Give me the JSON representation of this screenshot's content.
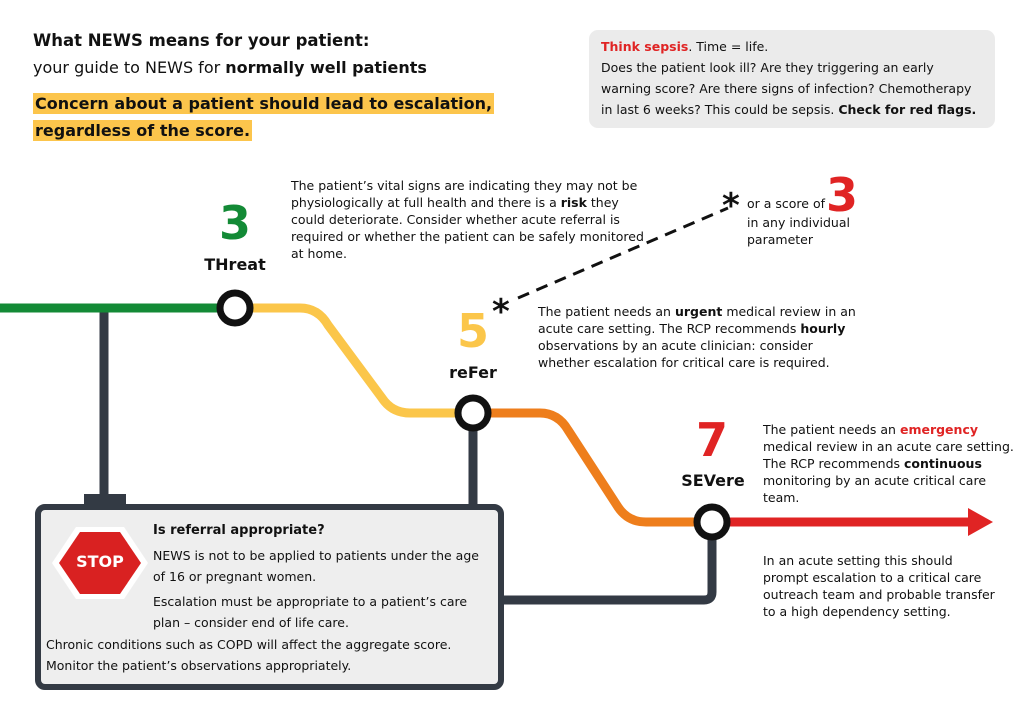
{
  "header": {
    "title": "What NEWS means for your patient:",
    "subtitle_plain": "your guide to NEWS for ",
    "subtitle_bold": "normally well patients",
    "highlight_line1": "Concern about a patient should lead to escalation,",
    "highlight_line2": "regardless of the score."
  },
  "sepsis": {
    "title": "Think sepsis",
    "title_rest": ". Time = life.",
    "body": "Does the patient look ill? Are they triggering an early warning score? Are there signs of infection? Chemotherapy in last 6 weeks? This could be sepsis. ",
    "body_bold": "Check for red flags."
  },
  "stations": [
    {
      "score": "3",
      "label": "THreat",
      "color": "#138a36",
      "t1": "The patient’s vital signs are indicating they may not be physiologically at full health and there is a ",
      "b1": "risk",
      "t2": " they could deteriorate. Consider whether acute referral is required or whether the patient can be safely monitored at home."
    },
    {
      "score": "5",
      "label": "reFer",
      "color": "#fbc64a",
      "t1": "The patient needs an ",
      "b1": "urgent",
      "t2": " medical review in an acute care setting. The RCP recommends ",
      "b2": "hourly",
      "t3": " observations by an acute clinician: consider whether escalation for critical care is required."
    },
    {
      "score": "7",
      "label": "SEVere",
      "color": "#e02424",
      "t1": "The patient needs an ",
      "b1": "emergency",
      "t2": " medical review in an acute care setting. The RCP recommends ",
      "b2": "continuous",
      "t3": " monitoring by an acute critical care team.",
      "after": "In an acute setting this should prompt escalation to a critical care outreach team and probable transfer to a high dependency setting."
    }
  ],
  "asterisk_note": {
    "symbol": "*",
    "pre": "or a score of",
    "score": "3",
    "post": "in any individual parameter"
  },
  "stop_box": {
    "sign": "STOP",
    "heading": "Is referral appropriate?",
    "p1": "NEWS is not to be applied to patients under the age of 16 or pregnant women.",
    "p2": "Escalation must be appropriate to a patient’s care plan – consider end of life care.",
    "p3": "Chronic conditions such as COPD will affect the aggregate score. Monitor the patient’s observations appropriately."
  }
}
